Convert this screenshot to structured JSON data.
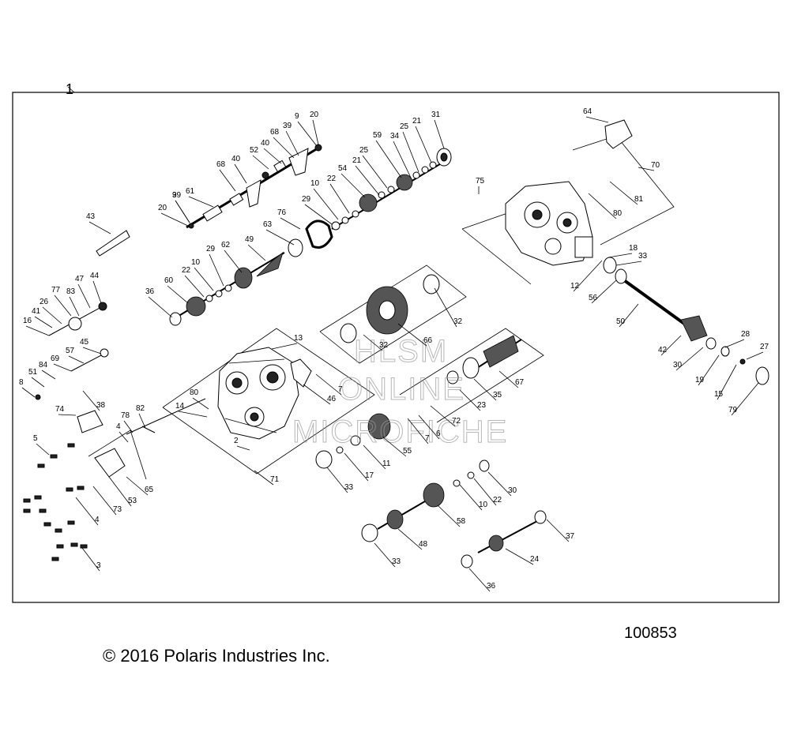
{
  "diagram": {
    "index_label": "1",
    "figure_number": "100853",
    "copyright": "© 2016 Polaris Industries Inc.",
    "watermark": [
      "HLSM",
      "ONLINE",
      "MICROFICHE"
    ],
    "callouts": [
      {
        "id": "c1",
        "label": "9"
      },
      {
        "id": "c2",
        "label": "20"
      },
      {
        "id": "c3",
        "label": "68"
      },
      {
        "id": "c4",
        "label": "39"
      },
      {
        "id": "c5",
        "label": "52"
      },
      {
        "id": "c6",
        "label": "40"
      },
      {
        "id": "c7",
        "label": "68"
      },
      {
        "id": "c8",
        "label": "40"
      },
      {
        "id": "c9",
        "label": "39"
      },
      {
        "id": "c10",
        "label": "61"
      },
      {
        "id": "c11",
        "label": "9"
      },
      {
        "id": "c12",
        "label": "20"
      },
      {
        "id": "c13",
        "label": "31"
      },
      {
        "id": "c14",
        "label": "21"
      },
      {
        "id": "c15",
        "label": "25"
      },
      {
        "id": "c16",
        "label": "34"
      },
      {
        "id": "c17",
        "label": "59"
      },
      {
        "id": "c18",
        "label": "25"
      },
      {
        "id": "c19",
        "label": "21"
      },
      {
        "id": "c20",
        "label": "54"
      },
      {
        "id": "c21",
        "label": "22"
      },
      {
        "id": "c22",
        "label": "10"
      },
      {
        "id": "c23",
        "label": "29"
      },
      {
        "id": "c24",
        "label": "76"
      },
      {
        "id": "c25",
        "label": "63"
      },
      {
        "id": "c26",
        "label": "49"
      },
      {
        "id": "c27",
        "label": "62"
      },
      {
        "id": "c28",
        "label": "29"
      },
      {
        "id": "c29",
        "label": "10"
      },
      {
        "id": "c30",
        "label": "22"
      },
      {
        "id": "c31",
        "label": "60"
      },
      {
        "id": "c32",
        "label": "36"
      },
      {
        "id": "c33",
        "label": "43"
      },
      {
        "id": "c34",
        "label": "64"
      },
      {
        "id": "c35",
        "label": "70"
      },
      {
        "id": "c36",
        "label": "75"
      },
      {
        "id": "c37",
        "label": "81"
      },
      {
        "id": "c38",
        "label": "80"
      },
      {
        "id": "c39",
        "label": "18"
      },
      {
        "id": "c40",
        "label": "33"
      },
      {
        "id": "c41",
        "label": "12"
      },
      {
        "id": "c42",
        "label": "56"
      },
      {
        "id": "c43",
        "label": "50"
      },
      {
        "id": "c44",
        "label": "42"
      },
      {
        "id": "c45",
        "label": "28"
      },
      {
        "id": "c46",
        "label": "27"
      },
      {
        "id": "c47",
        "label": "30"
      },
      {
        "id": "c48",
        "label": "19"
      },
      {
        "id": "c49",
        "label": "15"
      },
      {
        "id": "c50",
        "label": "79"
      },
      {
        "id": "c51",
        "label": "44"
      },
      {
        "id": "c52",
        "label": "47"
      },
      {
        "id": "c53",
        "label": "77"
      },
      {
        "id": "c54",
        "label": "83"
      },
      {
        "id": "c55",
        "label": "26"
      },
      {
        "id": "c56",
        "label": "41"
      },
      {
        "id": "c57",
        "label": "16"
      },
      {
        "id": "c58",
        "label": "45"
      },
      {
        "id": "c59",
        "label": "57"
      },
      {
        "id": "c60",
        "label": "69"
      },
      {
        "id": "c61",
        "label": "84"
      },
      {
        "id": "c62",
        "label": "51"
      },
      {
        "id": "c63",
        "label": "8"
      },
      {
        "id": "c64",
        "label": "38"
      },
      {
        "id": "c65",
        "label": "74"
      },
      {
        "id": "c66",
        "label": "5"
      },
      {
        "id": "c67",
        "label": "78"
      },
      {
        "id": "c68",
        "label": "82"
      },
      {
        "id": "c69",
        "label": "4"
      },
      {
        "id": "c70",
        "label": "65"
      },
      {
        "id": "c71",
        "label": "53"
      },
      {
        "id": "c72",
        "label": "73"
      },
      {
        "id": "c73",
        "label": "4"
      },
      {
        "id": "c74",
        "label": "3"
      },
      {
        "id": "c75",
        "label": "13"
      },
      {
        "id": "c76",
        "label": "80"
      },
      {
        "id": "c77",
        "label": "14"
      },
      {
        "id": "c78",
        "label": "7"
      },
      {
        "id": "c79",
        "label": "46"
      },
      {
        "id": "c80",
        "label": "2"
      },
      {
        "id": "c81",
        "label": "71"
      },
      {
        "id": "c82",
        "label": "32"
      },
      {
        "id": "c83",
        "label": "66"
      },
      {
        "id": "c84",
        "label": "32"
      },
      {
        "id": "c85",
        "label": "67"
      },
      {
        "id": "c86",
        "label": "35"
      },
      {
        "id": "c87",
        "label": "23"
      },
      {
        "id": "c88",
        "label": "72"
      },
      {
        "id": "c89",
        "label": "6"
      },
      {
        "id": "c90",
        "label": "7"
      },
      {
        "id": "c91",
        "label": "55"
      },
      {
        "id": "c92",
        "label": "11"
      },
      {
        "id": "c93",
        "label": "17"
      },
      {
        "id": "c94",
        "label": "33"
      },
      {
        "id": "c95",
        "label": "30"
      },
      {
        "id": "c96",
        "label": "22"
      },
      {
        "id": "c97",
        "label": "10"
      },
      {
        "id": "c98",
        "label": "58"
      },
      {
        "id": "c99",
        "label": "48"
      },
      {
        "id": "c100",
        "label": "33"
      },
      {
        "id": "c101",
        "label": "37"
      },
      {
        "id": "c102",
        "label": "24"
      },
      {
        "id": "c103",
        "label": "36"
      }
    ]
  }
}
